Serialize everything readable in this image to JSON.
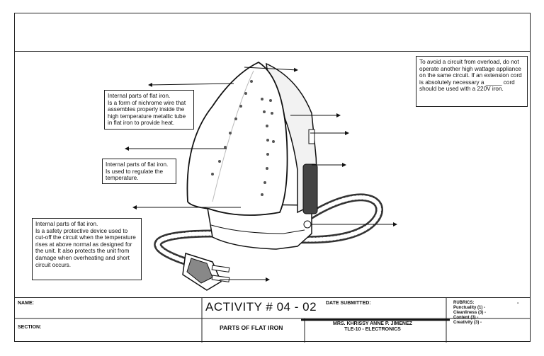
{
  "notes": {
    "overload": "To avoid a circuit from overload, do not operate another high wattage appliance on the same circuit. If an extension cord is absolutely necessary a _____ cord should be used with a 220V iron.",
    "element": "Internal parts of flat iron.\nIs a form of nichrome wire that assembles properly inside the high temperature metallic tube in flat iron to provide heat.",
    "thermostat": "Internal parts of flat iron.\nIs used to regulate the temperature.",
    "fuse": "Internal parts of flat iron.\nIs a safety protective device used to cut-off the circuit when the temperature rises at above normal as designed for the unit. It also protects the unit from damage when overheating and short circuit occurs."
  },
  "footer": {
    "name_label": "NAME:",
    "section_label": "SECTION:",
    "activity": "ACTIVITY # 04 - 02",
    "topic": "PARTS OF FLAT IRON",
    "date_label": "DATE SUBMITTED:",
    "teacher": "MRS. KHRISSY ANNE P. JIMENEZ",
    "subject": "TLE-10 - ELECTRONICS",
    "rubrics_label": "RUBRICS:",
    "rubrics": [
      "Punctuality (1) -",
      "Cleanliness (3) -",
      "Content (3) -",
      "Creativity (3) -"
    ]
  }
}
